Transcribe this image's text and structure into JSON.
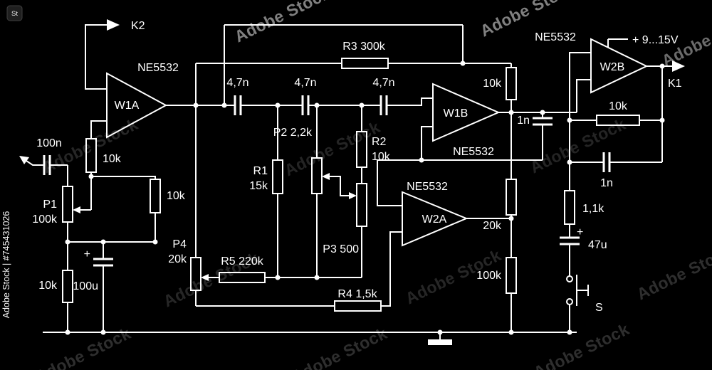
{
  "watermark": {
    "brand": "Adobe Stock",
    "vertical_label": "Adobe Stock | #745431026",
    "logo_text": "St"
  },
  "power": {
    "supply": "+ 9...15V"
  },
  "connectors": {
    "k1": "K1",
    "k2": "K2",
    "switch": "S"
  },
  "opamps": {
    "w1a": {
      "ref": "W1A",
      "part": "NE5532"
    },
    "w1b": {
      "ref": "W1B",
      "part": "NE5532"
    },
    "w2a": {
      "ref": "W2A",
      "part": "NE5532"
    },
    "w2b": {
      "ref": "W2B",
      "part": "NE5532"
    }
  },
  "resistors": {
    "r1_ref": "R1",
    "r1_val": "15k",
    "r2_ref": "R2",
    "r2_val": "10k",
    "r3": "R3 300k",
    "r4": "R4 1,5k",
    "r5": "R5 220k",
    "w1a_feedback": "10k",
    "divider": "10k",
    "bottom_left": "10k",
    "w1b_top": "10k",
    "w2a_in": "20k",
    "w2a_gnd": "100k",
    "w2b_feedback": "10k",
    "shelf": "1,1k"
  },
  "capacitors": {
    "input": "100n",
    "bias": "100u",
    "bias_plus": "+",
    "filter_1": "4,7n",
    "filter_2": "4,7n",
    "filter_3": "4,7n",
    "w1b_fb": "1n",
    "w2b_shelf": "1n",
    "out_electrolytic": "47u",
    "out_plus": "+"
  },
  "potentiometers": {
    "p1_ref": "P1",
    "p1_val": "100k",
    "p2": "P2 2,2k",
    "p3": "P3 500",
    "p4_ref": "P4",
    "p4_val": "20k"
  }
}
